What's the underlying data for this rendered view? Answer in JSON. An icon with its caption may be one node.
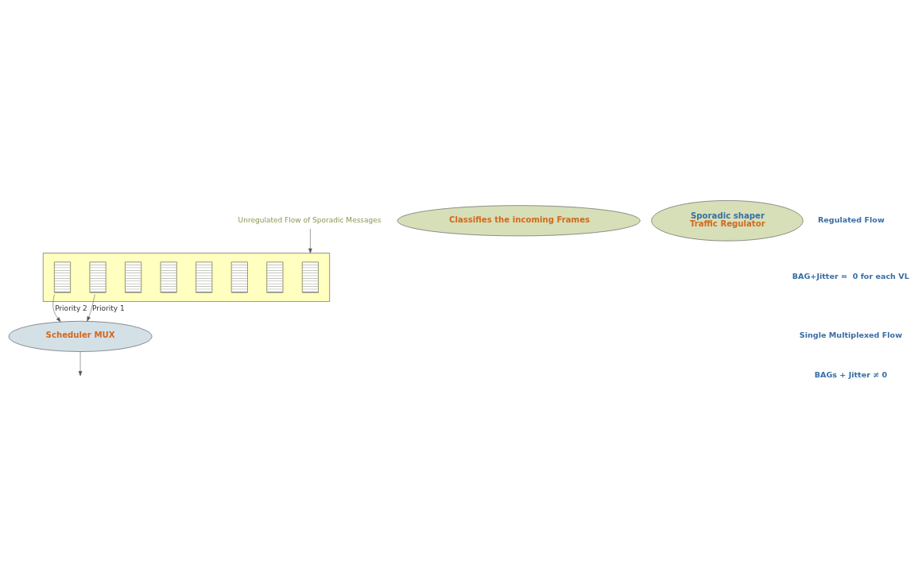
{
  "diagram": {
    "nodes": [
      {
        "text": [
          "Unregulated Flow of Sporadic Messages"
        ]
      },
      {
        "text": [],
        "shape": "box"
      },
      {
        "text": [
          "Classifies the incoming Frames"
        ]
      },
      {
        "text": [],
        "shape": "bar",
        "in": 1
      },
      {
        "text": [],
        "shape": "bar",
        "in": 1
      },
      {
        "text": [],
        "shape": "bar",
        "in": 1
      },
      {
        "text": [],
        "shape": "bar",
        "in": 1
      },
      {
        "text": [],
        "shape": "bar",
        "in": 1
      },
      {
        "text": [],
        "shape": "bar",
        "in": 1
      },
      {
        "text": [
          "Sporadic shaper",
          "Traffic Regulator"
        ]
      },
      {
        "text": [],
        "shape": "bar",
        "in": 1
      },
      {
        "text": [],
        "shape": "bar",
        "in": 1
      },
      {
        "text": [
          "Scheduler MUX"
        ]
      }
    ],
    "edges": [
      {
        "from": 0,
        "to": 1,
        "arrow": "to"
      },
      {
        "from": 10,
        "to": 12,
        "label": "Priority 2",
        "arrow": "to"
      },
      {
        "from": 11,
        "to": 12,
        "label": "Priority 1",
        "arrow": "to"
      },
      {
        "from": 12,
        "to": null,
        "arrow": "to"
      }
    ],
    "labels": [
      "Regulated Flow",
      "BAG+Jitter ≈  0 for each VL",
      "Single Multiplexed Flow",
      "BAGs + Jitter ≠ 0"
    ]
  }
}
